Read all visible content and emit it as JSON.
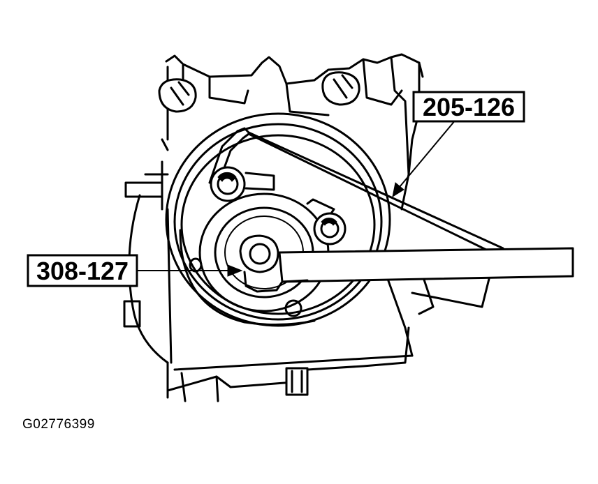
{
  "callouts": {
    "tool_upper": "205-126",
    "tool_lower": "308-127"
  },
  "figure_id": "G02776399"
}
